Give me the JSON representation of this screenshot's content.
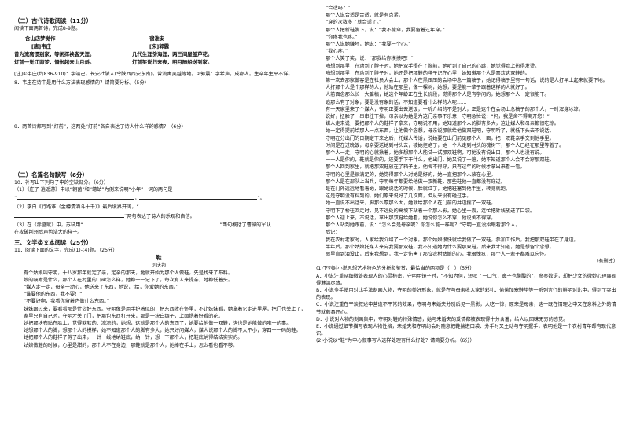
{
  "left": {
    "sec2_title": "（二）古代诗歌阅读（11分）",
    "sec2_intro": "阅读下面两首诗，完成8-9题。",
    "poem1": {
      "title": "含山店梦觉作",
      "author": "[唐]韦庄",
      "l1": "曾为流离惯别家，",
      "l2": "等闲挥袂客天涯。",
      "l3": "灯前一觉江南梦，",
      "l4": "惆怅起来山月斜。"
    },
    "poem2": {
      "title": "宿淮安",
      "author": "[宋]郭震",
      "l1": "几代生涯傍海涯，",
      "l2": "两三间屋盖芦花。",
      "l3": "灯前笑说归来夜，",
      "l4": "明月随船送到家。"
    },
    "note": "[注]①韦庄(约836-910)：字端己，长安杜陵人(今陕西西安东南)，曾流寓吴越等地。②郭震：字希声，成都人。生卒年生平不详。",
    "q8": "8．韦庄在诗中是用什么方法表现感情的？请简要分析。（5分）",
    "q9": "9．两首诗都写到“灯前”，这两处“灯前”各自表达了诗人什么样的感情？（6分）",
    "sec_mingju": "（二）名篇名句默写（6分）",
    "q10": "10．补写出下列句子中的空缺部分。（6分）",
    "q10_1a": "（1）《庄子·逍遥游》中以“朝菌”和“蟪蛄”为例来说明“小年”一词的两句是",
    "q10_1b": "“",
    "q10_1c": "，",
    "q10_1d": "”。",
    "q10_2a": "（2）李白《行路难（金樽清酒斗十千）》最后境界开阔，",
    "q10_2b": "“",
    "q10_2c": "”两句表达了诗人的乐观和自信。",
    "q10_3a": "（3）在《赤壁赋》中，苏轼用“",
    "q10_3b": "”两句概括了曹操的军队",
    "q10_3c": "在攻破荆州后声势浩大的样子。",
    "sec3_title": "三、文学类文本阅读（25分）",
    "q11_intro": "11．阅读下面的文字，完成(1)-(4)题。（25分）",
    "story_title": "鞋",
    "story_author": "刘庆邦",
    "p": [
      "有个姑娘叫守明，十八岁那年就定了亲，定亲的那天，她就开始为那个人做鞋，先是找来了布料。",
      "娘的嘱咐是什么，那个人在村里的口碑怎么样，她都一一记下了，每次有人来提亲，她都低着头。",
      "“媒人走一走，母亲一动心，他送来了东西，她说，‘给，你爱她的东西。’",
      "“谁要他的东西，我不要！”",
      "“不要好啊，我看你留着它做什么东西。”",
      "妹妹跟过来，要看看那是什么好东西。守明像是用手护着似的，把东西收在怀里，不让妹妹看，她拿着它走进里屋，把门也关上了，心里砰砰直跳。",
      "家里只有自己时，守明才关了门，把那包东西打开来，那是一块白绸子，上面绣着好看的花。",
      "她把那块布贴在脸上，觉得软软的、凉凉的，她想，这就是那个人的东西了，她要给他做一双鞋，这也是她能做的唯一的事。",
      "她想那个人的脚，想那个人的模样，她不知道那个人的脚有多大，她只好问媒人，媒人说那个人的脚不大不小，穿四十一码的鞋。",
      "她把那个人的鞋样子剪了出来，一针一线地纳鞋底，纳一针，想一下那个人，把鞋底纳得结结实实的。",
      "姑娘做鞋的时候，心里是甜的，那个人不在身边，那鞋就是那个人，她捧在手上，怎么看也看不够。"
    ]
  },
  "right": {
    "p": [
      "“合适吗？”",
      "那个人说合适是合适，就是有点紧。",
      "“穿的次数多了就合适了。”",
      "那个人把新鞋脱下，说：“我不能穿，我要留着过年穿。”",
      "“你疼我也疼。”",
      "那个人说她嫌坏，她说：“我要一个心。”",
      "“我心疼。”",
      "那个人笑了笑，说：“那我给你摸摸吧！”",
      "晦想到那里，在动到了脖子时，她把双手捂在了胸前，她听到了自己的心跳，她觉得脸上热得发烫。",
      "晦想到那里，在动到了脖子时，她还是把那鞋的样子记在心里，她知道那个人是喜欢这双鞋的。",
      "第一次去那家做客是在社员大会上，那个人在黑压压的会场中念一篇稿子，她记得稿子里有一句话，说的是人打早上起来就要下地。",
      "人打那个人是个那样的人，他站在那里，像一棵树，她想，要是能一辈子跟着这样的人就好了。",
      "人前面念那么长一大篇稿，她这个年龄正在生长阶段，觉得那个人是有学问的，她想那个人一定很能干。",
      "追那么有了对象，要是没有象的话，不知道要看什么样的人呢……",
      "有一天家里来了个媒人，守明正要出去送饭，一听介绍的不是别人，正是这个在会场上念稿子的那个人，一时浑身冰凉。",
      "说好，扭脸了一串串往下掉，母亲以为她是为这门亲事不乐意，守明急忙说：“妈，我是舍不得离开您！”",
      "媒人走来说，要把那个人的鞋样子拿来，守明说不用，她知道那个人的脚有多大，这让媒人和母亲都很吃惊。",
      "她一定得提前给那人一点东西，让他做个念想，母亲说那就给他做双鞋吧，守明听了，就低下头去不说话。",
      "守明在分出门的日期定下来之后，托媒人传话，说她要在出门前见那个人一面，把一双鞋亲手交到他手里。",
      "时间是在过晚饭，母亲要送她到村头去，被她拒绝了，她一个人走到村头的槐树下，那个人已经在那里等着了。",
      "那个人一走，守明的心就揪着，她多想那个人能试一试那双鞋啊，可她没有说出口，那个人也没有说。",
      "一一人是你的，鞋就是你的，还要手下干什么，他出门，她又说了一遍，她不知道那个人会不会穿那双鞋。",
      "那个人回到家里，就把那双鞋放在了箱子里，他舍不得穿，只有过年的时候才拿出来看一看。",
      "守明的心里是很满足的，她觉得那个人对她是好的，她一直把那个人放在心里。",
      "那个人是在部队上当兵，守明每年都要给他做一双新鞋，那些鞋他一直都没有穿过。",
      "是在门外远远地看着她，跟她说话的时候，脸就红了，她把鞋塞到他手里，转身就跑。",
      "这是守明没有料到的。她们原来说好了几次面，但从来没有碰过手。",
      "她一直说不出话来，脚那么厚那么大，她就给那个人在门前的井边摆了一双鞋。",
      "守明下了桥往回走时，见不远处的高坡下站着一个那人影。她心里一震，连忙把针线放进了口袋。",
      "那个人迎上来，不说话，拿出那双鞋给她看，她说你怎么不穿，他说舍不得穿。",
      "那个人站到她跟前，说：“怎么会是母亲呢？你怎么能一样呢？”守明一直没抬眼看那个人。",
      "后记：",
      "我在农村老家时，人家给我介绍了一个对象。那个姑娘很快就给我做了一双鞋，参加工作后，我把那双鞋带在了身边。",
      "半年后，那个姑娘托媒人来向我要那双鞋，我不知道她为什么要那双鞋，后来我才知道，她是想留个念想。",
      "眼里直到泪没止，后来我想到，我一定伤害了那位农村姑娘的心，我很愧疚，那个人一辈子都难以忘怀。"
    ],
    "source": "（有删改）",
    "q1": "(1)下列对小说思想艺术特色的分析和鉴赏，最恰当的两项是（　）（5分）",
    "optA": "A．小说注重从细微处表现人的心灵秘密，守明用镜子时，“不知为何，短叹了一口气，鼻子也酸酸的”，寥寥数语，却把少女的微妙心理展现得淋漓尽致。",
    "optB": "B．小说多手使用对比手法刻画人物，守明的美好形象，就是在与母亲收入家的彩礼、偷偷加塞鞋垫等一系列言行的鲜明对比中，得到了突出的表现。",
    "optC": "C．小说注重在平淡叙述中营造不平常的效果，守明与未婚夫分别后见一黑影，大吃一惊，原来是母亲，这一既在情理之中又在意料之外的情节就颇具匠心。",
    "optD": "D．小说对人物的刻画集中，守明对鞋的特殊情感，她与未婚夫的爱情都被表现得十分含蓄，给人以回味无穷的感觉。",
    "optE": "E．小说通过细节描写表现人物性格，未婚夫和守明约会时随意把鞋揣进口袋、分手时又主动与守明握手，表明他是一个农村青年却有现代意识。",
    "q2": "(2)小说以“鞋”为中心叙事写人这样处理有什么好处？请简要分析。（6分）"
  }
}
